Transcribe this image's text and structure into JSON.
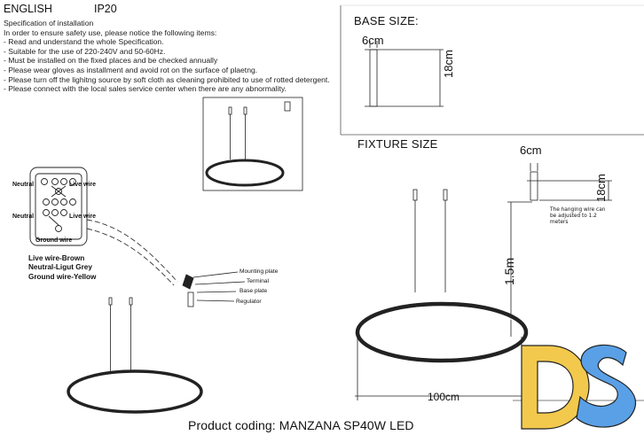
{
  "header": {
    "language": "ENGLISH",
    "rating": "IP20"
  },
  "specification": {
    "title": "Specification of installation",
    "intro": "In order to ensure safety use, please notice the following items:",
    "items": [
      "- Read and understand the whole Specification.",
      "- Suitable for the use of 220-240V and 50-60Hz.",
      "- Must be installed on the fixed places and be checked annually",
      "- Please wear gloves as installment and avoid rot on the surface of plaetng.",
      "- Please turn off the lighitng source by soft cloth as cleaning prohibited to use of rotted detergent.",
      "- Please connect with the local sales service center when there are any abnormality."
    ]
  },
  "wiring": {
    "neutral_top": "Neutral",
    "live_top": "Live wire",
    "neutral_bottom": "Neutral",
    "live_bottom": "Live wire",
    "ground": "Ground wire",
    "legend": [
      "Live wire-Brown",
      "Neutral-Ligut Grey",
      "Ground wire-Yellow"
    ]
  },
  "assembly_labels": {
    "mounting_plate": "Mounting plate",
    "terminal": "Terminal",
    "base_plate": "Base plate",
    "regulator": "Regulator"
  },
  "base_size": {
    "title": "BASE SIZE:",
    "width": "6cm",
    "height": "18cm"
  },
  "fixture_size": {
    "title": "FIXTURE SIZE",
    "base_width": "6cm",
    "base_height": "18cm",
    "note_line1": "The hanging wire can",
    "note_line2": "be adjusted to 1.2",
    "note_line3": "meters",
    "hang_length": "1.5m",
    "diameter": "100cm"
  },
  "product_coding": "Product coding: MANZANA SP40W LED",
  "logo": {
    "text": "DS",
    "colors": {
      "d": "#f2c94c",
      "s": "#4a90e2"
    }
  }
}
